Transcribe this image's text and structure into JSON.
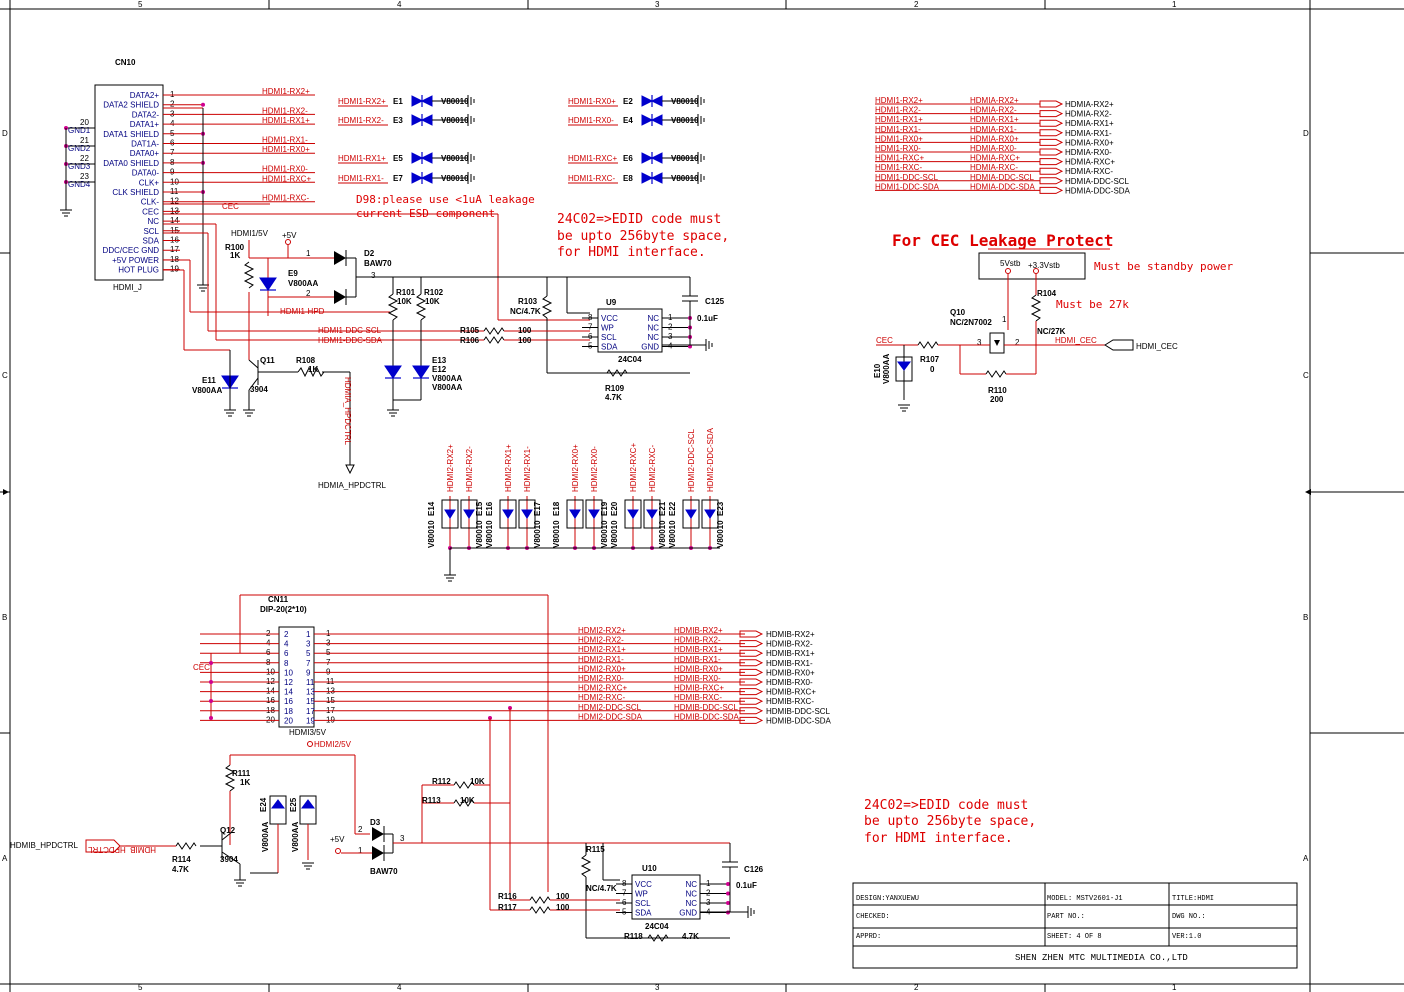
{
  "border": {
    "top_zones": [
      "5",
      "4",
      "3",
      "2",
      "1"
    ],
    "side_zones": [
      "D",
      "C",
      "B",
      "A"
    ]
  },
  "cn10": {
    "ref": "CN10",
    "value": "HDMI_J",
    "pins": [
      {
        "n": "1",
        "name": "DATA2+",
        "net": "HDMI1-RX2+"
      },
      {
        "n": "2",
        "name": "DATA2 SHIELD",
        "net": ""
      },
      {
        "n": "3",
        "name": "DATA2-",
        "net": "HDMI1-RX2-"
      },
      {
        "n": "4",
        "name": "DATA1+",
        "net": "HDMI1-RX1+"
      },
      {
        "n": "5",
        "name": "DATA1 SHIELD",
        "net": ""
      },
      {
        "n": "6",
        "name": "DAT1A-",
        "net": "HDMI1-RX1-"
      },
      {
        "n": "7",
        "name": "DATA0+",
        "net": "HDMI1-RX0+"
      },
      {
        "n": "8",
        "name": "DATA0 SHIELD",
        "net": ""
      },
      {
        "n": "9",
        "name": "DATA0-",
        "net": "HDMI1-RX0-"
      },
      {
        "n": "10",
        "name": "CLK+",
        "net": "HDMI1-RXC+"
      },
      {
        "n": "11",
        "name": "CLK SHIELD",
        "net": ""
      },
      {
        "n": "12",
        "name": "CLK-",
        "net": "HDMI1-RXC-"
      },
      {
        "n": "13",
        "name": "CEC",
        "net": "CEC"
      },
      {
        "n": "14",
        "name": "NC",
        "net": ""
      },
      {
        "n": "15",
        "name": "SCL",
        "net": ""
      },
      {
        "n": "16",
        "name": "SDA",
        "net": ""
      },
      {
        "n": "17",
        "name": "DDC/CEC GND",
        "net": ""
      },
      {
        "n": "18",
        "name": "+5V POWER",
        "net": ""
      },
      {
        "n": "19",
        "name": "HOT PLUG",
        "net": ""
      }
    ],
    "gnd_pins": [
      {
        "n": "20",
        "name": "GND1"
      },
      {
        "n": "21",
        "name": "GND2"
      },
      {
        "n": "22",
        "name": "GND3"
      },
      {
        "n": "23",
        "name": "GND4"
      }
    ]
  },
  "esd_top": [
    {
      "net": "HDMI1-RX2+",
      "ref": "E1",
      "val": "V80010"
    },
    {
      "net": "HDMI1-RX2-",
      "ref": "E3",
      "val": "V80010"
    },
    {
      "net": "HDMI1-RX1+",
      "ref": "E5",
      "val": "V80010"
    },
    {
      "net": "HDMI1-RX1-",
      "ref": "E7",
      "val": "V80010"
    },
    {
      "net": "HDMI1-RX0+",
      "ref": "E2",
      "val": "V80010"
    },
    {
      "net": "HDMI1-RX0-",
      "ref": "E4",
      "val": "V80010"
    },
    {
      "net": "HDMI1-RXC+",
      "ref": "E6",
      "val": "V80010"
    },
    {
      "net": "HDMI1-RXC-",
      "ref": "E8",
      "val": "V80010"
    }
  ],
  "notes": {
    "d98": "D98:please use <1uA leakage",
    "d98b": "current ESD component",
    "eeprom1a": "24C02=>EDID code must",
    "eeprom1b": "be upto 256byte space,",
    "eeprom1c": "for HDMI interface.",
    "cec_title": "For CEC Leakage Protect",
    "standby": "Must be standby power",
    "r27k": "Must be 27k",
    "eeprom2a": "24C02=>EDID code must",
    "eeprom2b": "be upto 256byte space,",
    "eeprom2c": "for HDMI interface."
  },
  "hdmi1_power": {
    "hdmi1_5v": "HDMI1/5V",
    "p5v": "+5V",
    "r100": "R100",
    "r100v": "1K",
    "e9": "E9",
    "e9v": "V800AA",
    "d2": "D2",
    "d2v": "BAW70",
    "hpd": "HDMI1-HPD",
    "r101": "R101",
    "r101v": "10K",
    "r102": "R102",
    "r102v": "10K",
    "e13": "E13",
    "e12": "E12",
    "e12v": "V800AA",
    "e13v": "V800AA",
    "q11": "Q11",
    "q11v": "3904",
    "e11": "E11",
    "e11v": "V800AA",
    "r108": "R108",
    "r108v": "1K",
    "hpdctrl": "HDMIA_HPDCTRL",
    "hpdctrl_rot": "HDMIA_HPDCTRL",
    "ddc_scl": "HDMI1-DDC-SCL",
    "ddc_sda": "HDMI1-DDC-SDA",
    "cec": "CEC",
    "p1": "1",
    "p2": "2",
    "p3": "3"
  },
  "u9": {
    "ref": "U9",
    "val": "24C04",
    "left": [
      "VCC",
      "WP",
      "SCL",
      "SDA"
    ],
    "right": [
      "NC",
      "NC",
      "NC",
      "GND"
    ],
    "lpins": [
      "8",
      "7",
      "6",
      "5"
    ],
    "rpins": [
      "1",
      "2",
      "3",
      "4"
    ],
    "r103": "R103",
    "r103v": "NC/4.7K",
    "r105": "R105",
    "r105v": "100",
    "r106": "R106",
    "r106v": "100",
    "c125": "C125",
    "c125v": "0.1uF",
    "r109": "R109",
    "r109v": "4.7K"
  },
  "netmap_a": [
    {
      "from": "HDMI1-RX2+",
      "to": "HDMIA-RX2+",
      "out": "HDMIA-RX2+"
    },
    {
      "from": "HDMI1-RX2-",
      "to": "HDMIA-RX2-",
      "out": "HDMIA-RX2-"
    },
    {
      "from": "HDMI1-RX1+",
      "to": "HDMIA-RX1+",
      "out": "HDMIA-RX1+"
    },
    {
      "from": "HDMI1-RX1-",
      "to": "HDMIA-RX1-",
      "out": "HDMIA-RX1-"
    },
    {
      "from": "HDMI1-RX0+",
      "to": "HDMIA-RX0+",
      "out": "HDMIA-RX0+"
    },
    {
      "from": "HDMI1-RX0-",
      "to": "HDMIA-RX0-",
      "out": "HDMIA-RX0-"
    },
    {
      "from": "HDMI1-RXC+",
      "to": "HDMIA-RXC+",
      "out": "HDMIA-RXC+"
    },
    {
      "from": "HDMI1-RXC-",
      "to": "HDMIA-RXC-",
      "out": "HDMIA-RXC-"
    },
    {
      "from": "HDMI1-DDC-SCL",
      "to": "HDMIA-DDC-SCL",
      "out": "HDMIA-DDC-SCL"
    },
    {
      "from": "HDMI1-DDC-SDA",
      "to": "HDMIA-DDC-SDA",
      "out": "HDMIA-DDC-SDA"
    }
  ],
  "cec_block": {
    "v5stb": "5Vstb",
    "v33": "+3.3Vstb",
    "r104": "R104",
    "r104v": "NC/27K",
    "q10": "Q10",
    "q10v": "NC/2N7002",
    "cec": "CEC",
    "e10": "E10",
    "e10v": "V800AA",
    "r107": "R107",
    "r107v": "0",
    "r110": "R110",
    "r110v": "200",
    "hdmi_cec": "HDMI_CEC",
    "hdmi_cec_port": "HDMI_CEC",
    "p1": "1",
    "p2": "2",
    "p3": "3"
  },
  "esd_mid": {
    "nets": [
      "HDMI2-RX2+",
      "HDMI2-RX2-",
      "HDMI2-RX1+",
      "HDMI2-RX1-",
      "HDMI2-RX0+",
      "HDMI2-RX0-",
      "HDMI2-RXC+",
      "HDMI2-RXC-",
      "HDMI2-DDC-SCL",
      "HDMI2-DDC-SDA"
    ],
    "refs": [
      "E14",
      "E15",
      "E16",
      "E17",
      "E18",
      "E19",
      "E20",
      "E21",
      "E22",
      "E23"
    ],
    "val": "V80010"
  },
  "cn11": {
    "ref": "CN11",
    "val": "DIP-20(2*10)",
    "even": [
      "2",
      "4",
      "6",
      "8",
      "10",
      "12",
      "14",
      "16",
      "18",
      "20"
    ],
    "odd": [
      "1",
      "3",
      "5",
      "7",
      "9",
      "11",
      "13",
      "15",
      "17",
      "19"
    ],
    "cec": "CEC",
    "hdmi3": "HDMI3/5V"
  },
  "netmap_b": [
    {
      "from": "HDMI2-RX2+",
      "to": "HDMIB-RX2+",
      "out": "HDMIB-RX2+"
    },
    {
      "from": "HDMI2-RX2-",
      "to": "HDMIB-RX2-",
      "out": "HDMIB-RX2-"
    },
    {
      "from": "HDMI2-RX1+",
      "to": "HDMIB-RX1+",
      "out": "HDMIB-RX1+"
    },
    {
      "from": "HDMI2-RX1-",
      "to": "HDMIB-RX1-",
      "out": "HDMIB-RX1-"
    },
    {
      "from": "HDMI2-RX0+",
      "to": "HDMIB-RX0+",
      "out": "HDMIB-RX0+"
    },
    {
      "from": "HDMI2-RX0-",
      "to": "HDMIB-RX0-",
      "out": "HDMIB-RX0-"
    },
    {
      "from": "HDMI2-RXC+",
      "to": "HDMIB-RXC+",
      "out": "HDMIB-RXC+"
    },
    {
      "from": "HDMI2-RXC-",
      "to": "HDMIB-RXC-",
      "out": "HDMIB-RXC-"
    },
    {
      "from": "HDMI2-DDC-SCL",
      "to": "HDMIB-DDC-SCL",
      "out": "HDMIB-DDC-SCL"
    },
    {
      "from": "HDMI2-DDC-SDA",
      "to": "HDMIB-DDC-SDA",
      "out": "HDMIB-DDC-SDA"
    }
  ],
  "hdmi2_power": {
    "hdmi2_5v": "HDMI2/5V",
    "r111": "R111",
    "r111v": "1K",
    "e24": "E24",
    "e25": "E25",
    "e24v": "V800AA",
    "e25v": "V800AA",
    "q12": "Q12",
    "q12v": "3904",
    "r114": "R114",
    "r114v": "4.7K",
    "hpdctrl": "HDMIB_HPDCTRL",
    "hpdctrl2": "HDMIB_HPDCTRL",
    "d3": "D3",
    "d3v": "BAW70",
    "p5v": "+5V",
    "r112": "R112",
    "r112v": "10K",
    "r113": "R113",
    "r113v": "10K",
    "p1": "1",
    "p2": "2",
    "p3": "3"
  },
  "u10": {
    "ref": "U10",
    "val": "24C04",
    "left": [
      "VCC",
      "WP",
      "SCL",
      "SDA"
    ],
    "right": [
      "NC",
      "NC",
      "NC",
      "GND"
    ],
    "lpins": [
      "8",
      "7",
      "6",
      "5"
    ],
    "rpins": [
      "1",
      "2",
      "3",
      "4"
    ],
    "r115": "R115",
    "r115v": "NC/4.7K",
    "r116": "R116",
    "r116v": "100",
    "r117": "R117",
    "r117v": "100",
    "c126": "C126",
    "c126v": "0.1uF",
    "r118": "R118",
    "r118v": "4.7K"
  },
  "title_block": {
    "design": "DESIGN:YANXUEWU",
    "model": "MODEL: MSTV2601-J1",
    "title": "TITLE:HDMI",
    "checked": "CHECKED:",
    "part": "PART NO.:",
    "dwg": "DWG NO.:",
    "apprd": "APPRD:",
    "sheet": "SHEET:     4  OF  8",
    "ver": "VER:1.0",
    "company": "SHEN ZHEN MTC MULTIMEDIA CO.,LTD"
  }
}
